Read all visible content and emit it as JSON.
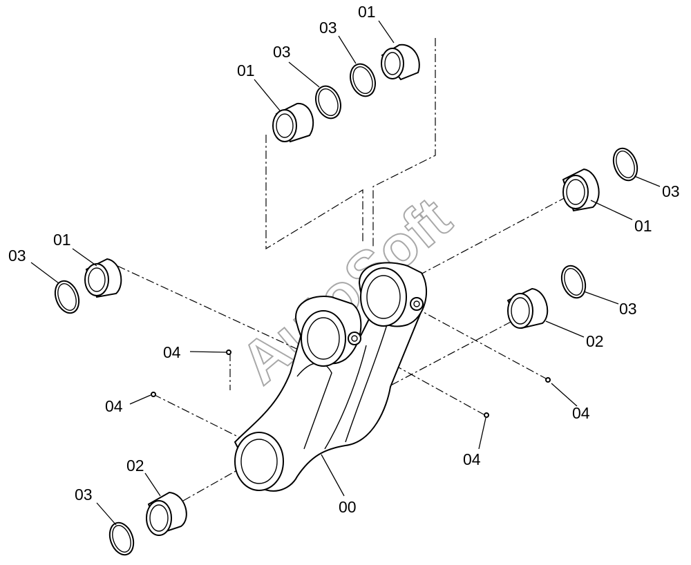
{
  "watermark": "AutoSoft",
  "callouts": [
    {
      "id": "top-bushing-right",
      "text": "01"
    },
    {
      "id": "top-ring-right",
      "text": "03"
    },
    {
      "id": "top-ring-left",
      "text": "03"
    },
    {
      "id": "top-bushing-left",
      "text": "01"
    },
    {
      "id": "right-ring-top",
      "text": "03"
    },
    {
      "id": "right-bushing-top",
      "text": "01"
    },
    {
      "id": "right-ring-mid",
      "text": "03"
    },
    {
      "id": "right-bushing-mid",
      "text": "02"
    },
    {
      "id": "right-nipple",
      "text": "04"
    },
    {
      "id": "left-bushing",
      "text": "01"
    },
    {
      "id": "left-ring",
      "text": "03"
    },
    {
      "id": "upper-nipple",
      "text": "04"
    },
    {
      "id": "lower-nipple-left",
      "text": "04"
    },
    {
      "id": "center-nipple",
      "text": "04"
    },
    {
      "id": "bottom-bushing",
      "text": "02"
    },
    {
      "id": "bottom-ring",
      "text": "03"
    },
    {
      "id": "link-body",
      "text": "00"
    }
  ]
}
